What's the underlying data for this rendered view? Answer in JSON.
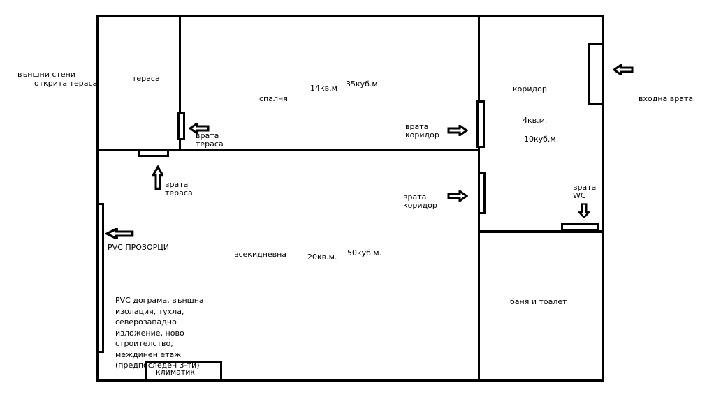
{
  "outside": {
    "walls_note_line1": "външни стени",
    "walls_note_line2": "открита тераса",
    "entry_door": "входна врата"
  },
  "rooms": {
    "terrace": {
      "name": "тераса"
    },
    "bedroom": {
      "name": "спалня",
      "area": "14кв.м",
      "volume": "35куб.м."
    },
    "corridor": {
      "name": "коридор",
      "area": "4кв.м.",
      "volume": "10куб.м."
    },
    "living": {
      "name": "всекидневна",
      "area": "20кв.м.",
      "volume": "50куб.м."
    },
    "bathroom": {
      "name": "баня и тоалет"
    }
  },
  "doors": {
    "terrace_door_bedroom": {
      "line1": "врата",
      "line2": "тераса"
    },
    "terrace_door_living": {
      "line1": "врата",
      "line2": "тераса"
    },
    "corridor_door_bedroom": {
      "line1": "врата",
      "line2": "коридор"
    },
    "corridor_door_living": {
      "line1": "врата",
      "line2": "коридор"
    },
    "wc_door": {
      "line1": "врата",
      "line2": "WC"
    }
  },
  "windows": {
    "label": "PVC ПРОЗОРЦИ"
  },
  "ac": {
    "label": "климатик"
  },
  "notes": [
    "PVC дограма, външна",
    "изолация, тухла,",
    "северозападно",
    "изложение, ново",
    "строителство,",
    "междинен етаж",
    "(предпоследен 3-ти)"
  ]
}
